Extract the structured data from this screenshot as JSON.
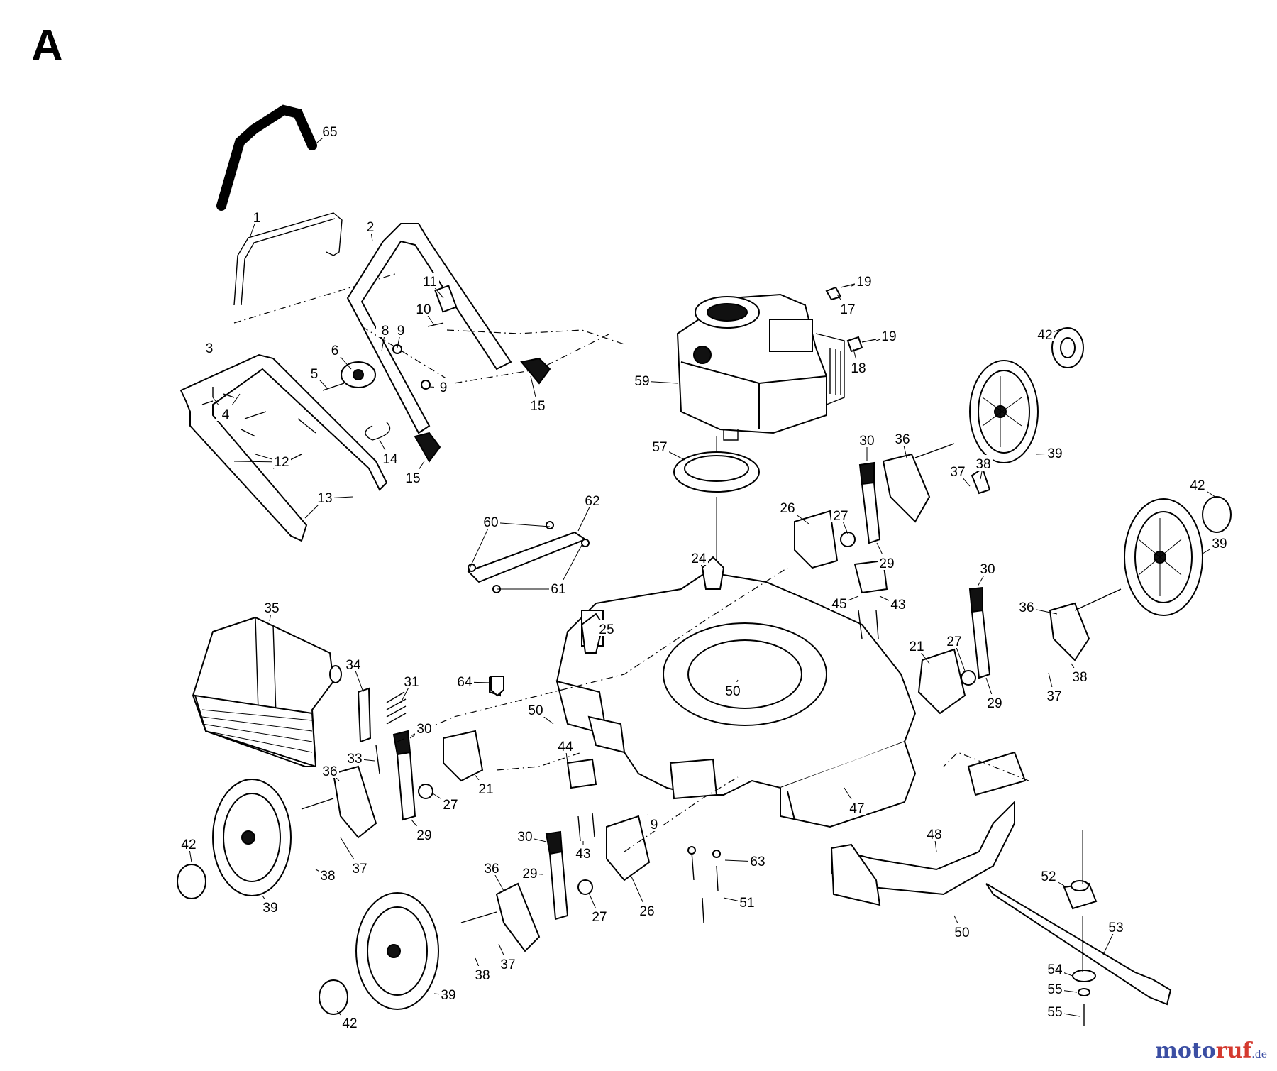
{
  "diagram": {
    "section_letter": "A",
    "watermark": {
      "part1": "moto",
      "part2": "ruf",
      "part3": ".de"
    },
    "callouts": [
      "65",
      "1",
      "2",
      "3",
      "4",
      "5",
      "6",
      "8",
      "9",
      "10",
      "11",
      "12",
      "13",
      "14",
      "15",
      "17",
      "18",
      "19",
      "21",
      "24",
      "25",
      "26",
      "27",
      "29",
      "30",
      "31",
      "33",
      "34",
      "35",
      "36",
      "37",
      "38",
      "39",
      "42",
      "43",
      "44",
      "45",
      "47",
      "48",
      "50",
      "51",
      "52",
      "53",
      "54",
      "55",
      "57",
      "59",
      "60",
      "61",
      "62",
      "63",
      "64"
    ]
  }
}
